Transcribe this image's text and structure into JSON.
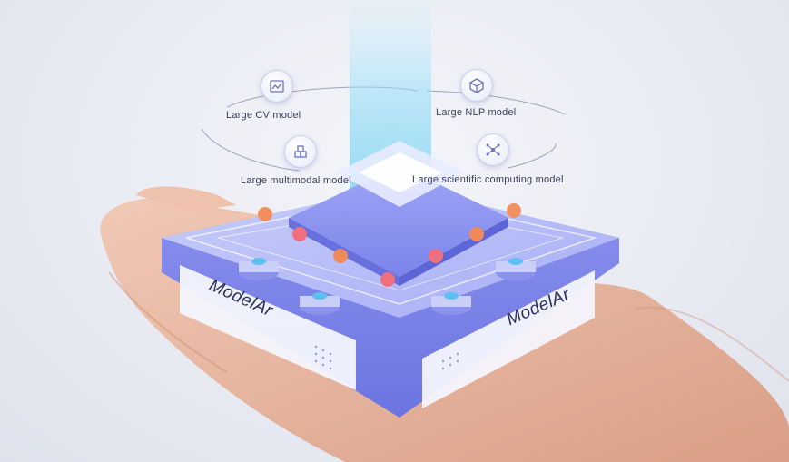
{
  "models": {
    "cv": {
      "label": "Large CV model",
      "icon": "chart-window-icon"
    },
    "nlp": {
      "label": "Large NLP model",
      "icon": "cube-icon"
    },
    "multimodal": {
      "label": "Large multimodal model",
      "icon": "blocks-icon"
    },
    "scientific": {
      "label": "Large scientific computing model",
      "icon": "network-icon"
    }
  },
  "brand": {
    "left": "ModelAr",
    "right": "ModelAr"
  },
  "colors": {
    "platform": "#6f78e8",
    "accent": "#8f97f4",
    "beam": "#7fd6f5",
    "skin": "#e8b6a0"
  }
}
